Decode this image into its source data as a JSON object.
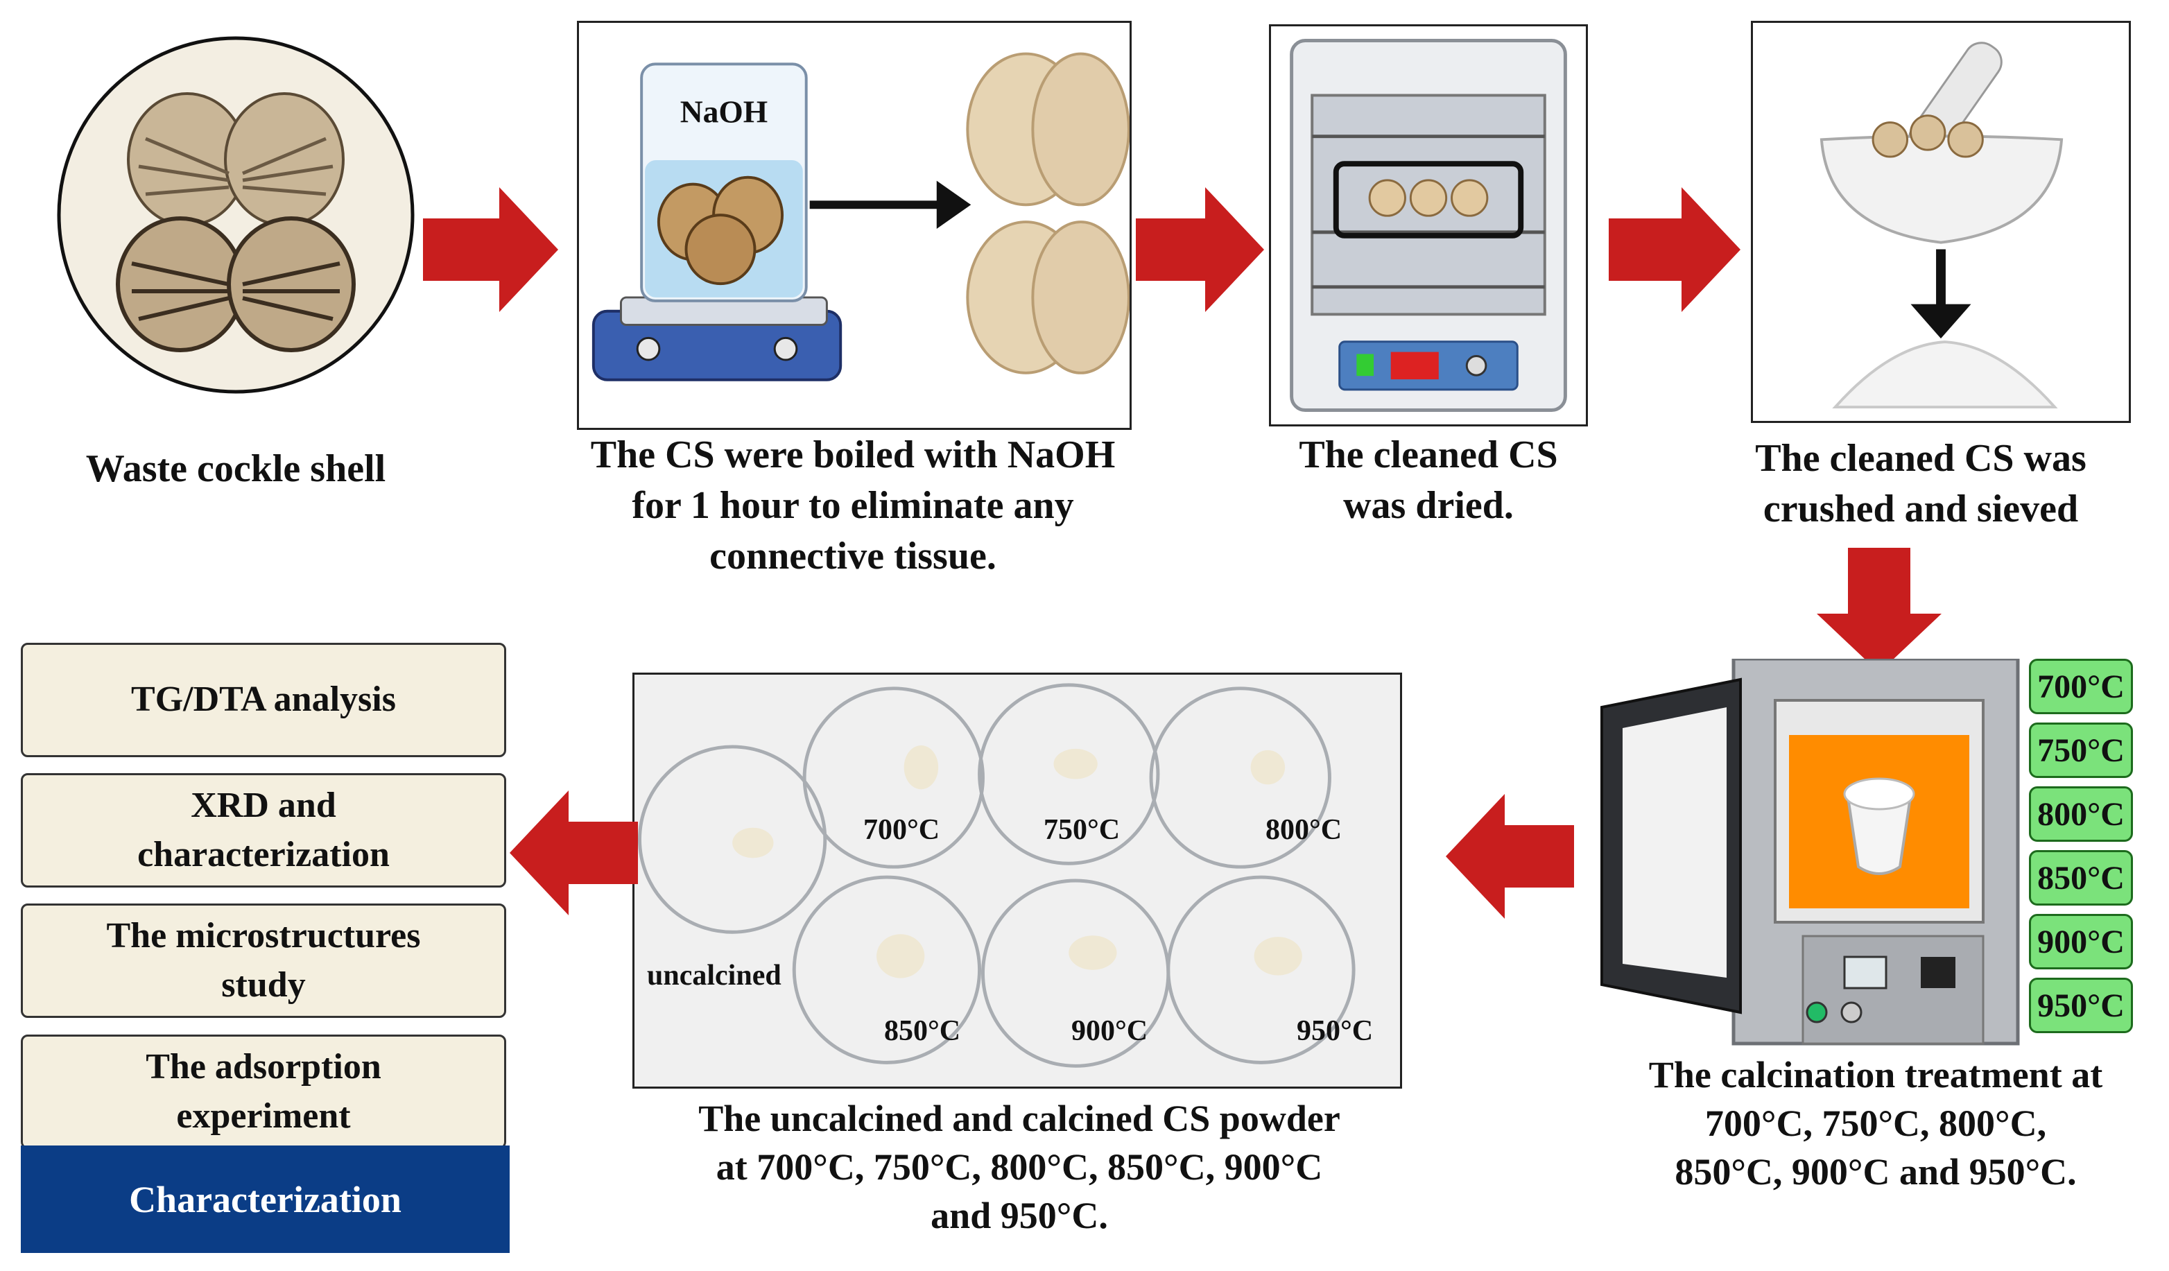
{
  "panels": {
    "waste": {
      "caption": "Waste cockle shell"
    },
    "boil": {
      "caption": "The CS were boiled with NaOH\nfor 1 hour to eliminate any\nconnective tissue.",
      "beaker_label": "NaOH"
    },
    "dry": {
      "caption": "The cleaned CS\nwas dried."
    },
    "crush": {
      "caption": "The cleaned CS was\ncrushed and sieved"
    },
    "calcination": {
      "caption": "The calcination treatment at\n700°C, 750°C, 800°C,\n850°C, 900°C and 950°C.",
      "temperatures": [
        "700°C",
        "750°C",
        "800°C",
        "850°C",
        "900°C",
        "950°C"
      ]
    },
    "powder": {
      "caption": "The uncalcined and calcined CS powder\nat 700°C, 750°C, 800°C, 850°C, 900°C\nand 950°C.",
      "dish_labels": [
        "uncalcined",
        "700°C",
        "750°C",
        "800°C",
        "850°C",
        "900°C",
        "950°C"
      ]
    }
  },
  "characterization": {
    "items": [
      "TG/DTA analysis",
      "XRD and\ncharacterization",
      "The microstructures\nstudy",
      "The adsorption\nexperiment"
    ],
    "footer": "Characterization"
  },
  "colors": {
    "arrow_red": "#c81e1e",
    "temp_green": "#7be27b",
    "footer_blue": "#0b3d86",
    "furnace_orange": "#ff8c00"
  }
}
